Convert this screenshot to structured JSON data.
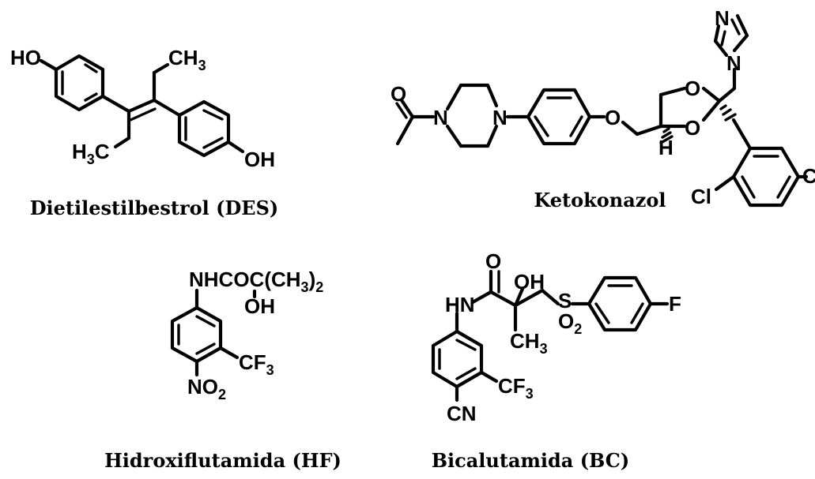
{
  "compounds": {
    "des": {
      "name": "Dietilestilbestrol (DES)",
      "labels": {
        "ho": "HO",
        "oh": "OH",
        "ch3_top": "CH",
        "ch3_top_sub": "3",
        "h3c": "H",
        "h3c_sub": "3",
        "h3c_c": "C"
      }
    },
    "ketokonazol": {
      "name": "Ketokonazol",
      "labels": {
        "o_carbonyl": "O",
        "n_pip1": "N",
        "n_pip2": "N",
        "o_ether": "O",
        "o_diox1": "O",
        "o_diox2": "O",
        "h": "H",
        "n_im1": "N",
        "n_im2": "N",
        "cl1": "Cl",
        "cl2": "Cl"
      }
    },
    "hidroxiflutamida": {
      "name": "Hidroxiflutamida (HF)",
      "labels": {
        "nh_chain": "NHCOC(CH",
        "nh_sub": "3",
        "nh_end": ")",
        "nh_sub2": "2",
        "oh": "OH",
        "cf": "CF",
        "cf_sub": "3",
        "no": "NO",
        "no_sub": "2"
      }
    },
    "bicalutamida": {
      "name": "Bicalutamida (BC)",
      "labels": {
        "o": "O",
        "oh": "OH",
        "hn": "HN",
        "s": "S",
        "o2": "O",
        "o2_sub": "2",
        "f": "F",
        "ch": "CH",
        "ch_sub": "3",
        "cf": "CF",
        "cf_sub": "3",
        "cn": "CN"
      }
    }
  }
}
